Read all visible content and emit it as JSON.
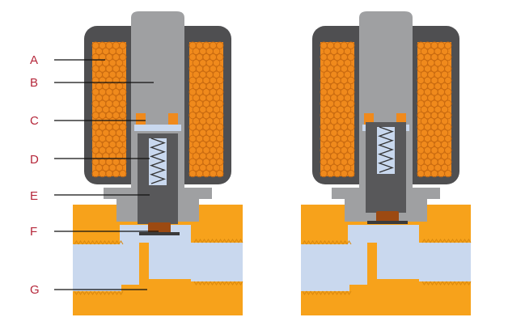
{
  "labels": [
    "A",
    "B",
    "C",
    "D",
    "E",
    "F",
    "G"
  ],
  "colors": {
    "coil_housing": "#4f4f51",
    "coil_winding": "#f08a1c",
    "core": "#9fa0a2",
    "plunger": "#58585a",
    "seal": "#9c4a12",
    "body": "#f7a21b",
    "fluid": "#c9d8ee",
    "label_text": "#b5273a",
    "leader_line": "#111111"
  },
  "valves": [
    {
      "state": "closed"
    },
    {
      "state": "open"
    }
  ]
}
